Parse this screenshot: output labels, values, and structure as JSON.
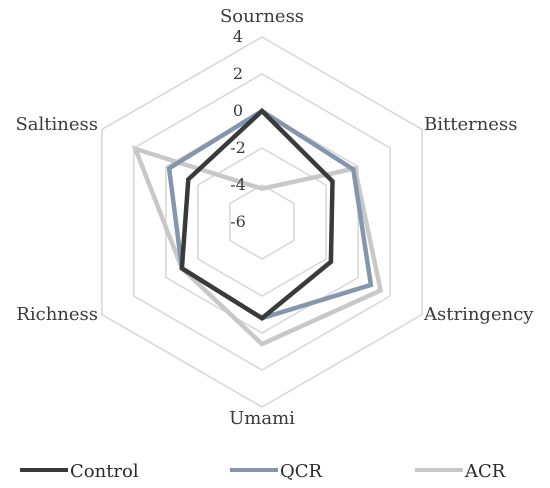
{
  "chart_data": {
    "type": "radar",
    "axes": [
      "Sourness",
      "Bitterness",
      "Astringency",
      "Umami",
      "Richness",
      "Saltiness"
    ],
    "rlim": [
      -6,
      4
    ],
    "ticks": [
      "4",
      "2",
      "0",
      "-2",
      "-4",
      "-6"
    ],
    "tick_values": [
      4,
      2,
      0,
      -2,
      -4,
      -6
    ],
    "grid": true,
    "legend_position": "bottom",
    "series": [
      {
        "name": "Control",
        "color": "#3a3a3a",
        "values": [
          0.0,
          -1.6,
          -1.7,
          -0.8,
          -1.0,
          -1.4
        ]
      },
      {
        "name": "QCR",
        "color": "#8496ae",
        "values": [
          0.0,
          -0.3,
          0.8,
          -0.8,
          -1.0,
          -0.2
        ]
      },
      {
        "name": "ACR",
        "color": "#c8c8c8",
        "values": [
          -4.2,
          -0.2,
          1.4,
          0.6,
          -1.0,
          1.9
        ]
      }
    ]
  }
}
